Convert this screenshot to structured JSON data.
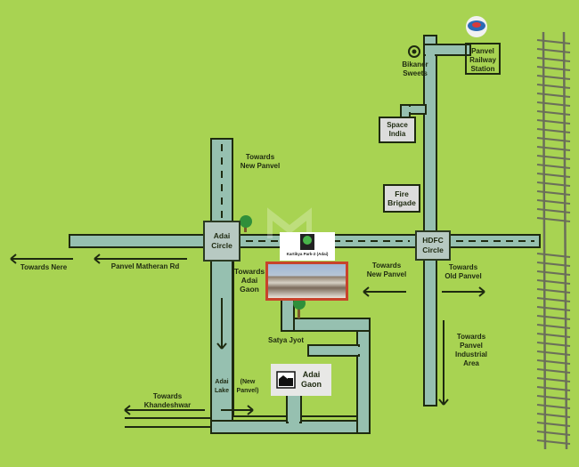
{
  "map": {
    "background_color": "#a8d352",
    "road_fill_color": "#96c0b0",
    "road_outline_color": "#1e2a10",
    "landmarks": {
      "railway_station": "Panvel\nRailway\nStation",
      "bikaner_sweets": "Bikaner\nSweets",
      "space_india": "Space\nIndia",
      "fire_brigade": "Fire\nBrigade",
      "hdfc_circle": "HDFC\nCircle",
      "adai_circle": "Adai\nCircle",
      "project_name": "Kartikya Park-2 (Adai)",
      "satya_jyot": "Satya Jyot",
      "adai_gaon": "Adai\nGaon",
      "adai_lake": "Adai\nLake",
      "new_panvel_paren": "(New\nPanvel)"
    },
    "directions": {
      "towards_new_panvel_top": "Towards\nNew Panvel",
      "towards_nere": "Towards Nere",
      "panvel_matheran_rd": "Panvel Matheran Rd",
      "towards_adai_gaon": "Towards\nAdai\nGaon",
      "towards_new_panvel_mid": "Towards\nNew Panvel",
      "towards_old_panvel": "Towards\nOld Panvel",
      "towards_panvel_industrial": "Towards\nPanvel\nIndustrial\nArea",
      "towards_khandeshwar": "Towards\nKhandeshwar"
    },
    "icons": {
      "railway": "railway-logo-icon",
      "bikaner": "target-pin-icon",
      "tree": "tree-icon",
      "project_logo": "project-logo-icon",
      "village": "village-icon",
      "railway_track": "railway-track-icon"
    }
  }
}
